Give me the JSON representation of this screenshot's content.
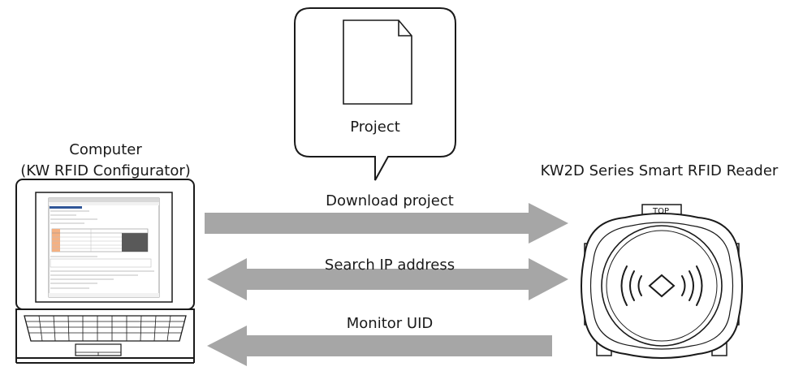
{
  "computer": {
    "label_line1": "Computer",
    "label_line2": "(KW RFID Configurator)"
  },
  "reader": {
    "label": "KW2D Series Smart RFID Reader",
    "top_marking": "TOP"
  },
  "project_callout": {
    "label": "Project"
  },
  "arrows": [
    {
      "label": "Download project",
      "direction": "right"
    },
    {
      "label": "Search IP address",
      "direction": "both"
    },
    {
      "label": "Monitor UID",
      "direction": "left"
    }
  ],
  "colors": {
    "arrow": "#a6a6a6",
    "outline": "#1a1a1a",
    "screen_bg": "#ffffff",
    "screen_header": "#2f5597"
  }
}
